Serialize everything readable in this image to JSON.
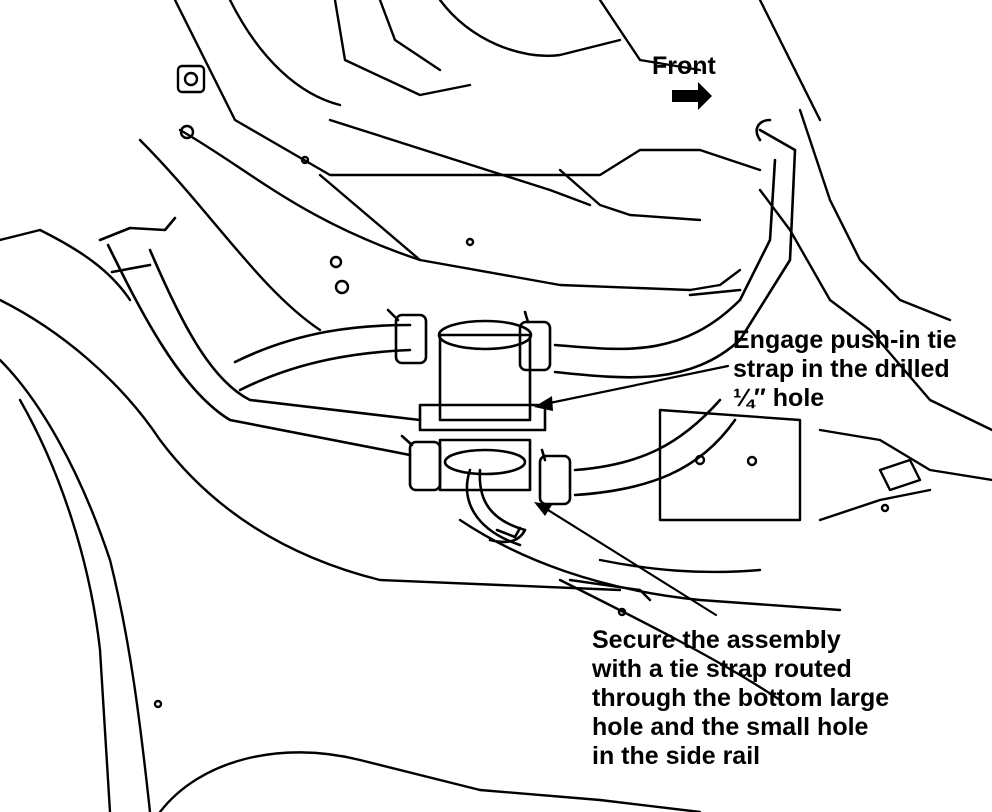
{
  "labels": {
    "front": "Front",
    "engage": {
      "lines": [
        "Engage push-in tie",
        "strap in the drilled",
        "¼″ hole"
      ]
    },
    "secure": {
      "lines": [
        "Secure the assembly",
        "with a tie strap routed",
        "through the bottom large",
        "hole and the small hole",
        "in the side rail"
      ]
    }
  },
  "colors": {
    "ink": "#000000",
    "paper": "#ffffff"
  }
}
